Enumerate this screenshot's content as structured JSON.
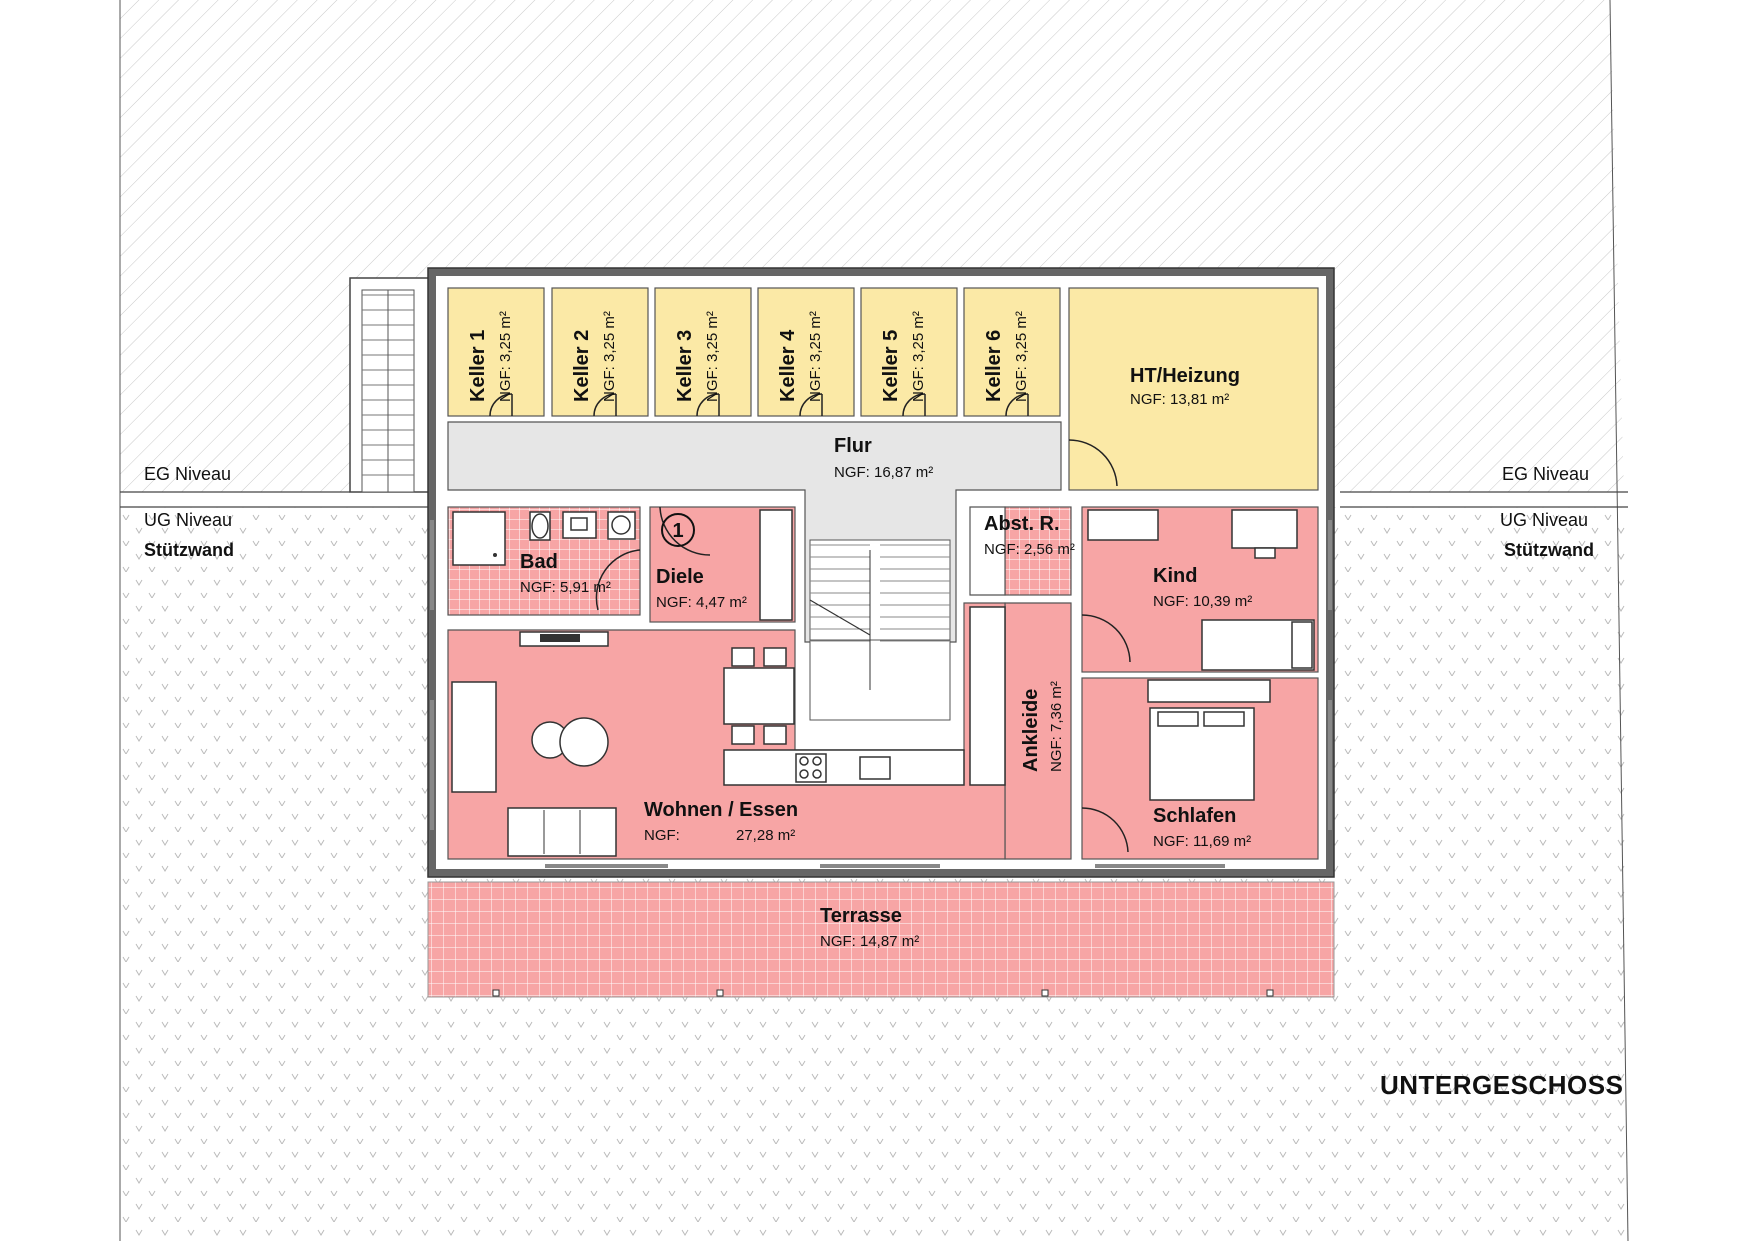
{
  "title": "UNTERGESCHOSS",
  "levels": {
    "eg_left": "EG Niveau",
    "eg_right": "EG Niveau",
    "ug_left": "UG Niveau",
    "ug_right": "UG Niveau",
    "wall_left": "Stützwand",
    "wall_right": "Stützwand"
  },
  "stair_marker": "1",
  "keller": [
    {
      "name": "Keller 1",
      "area": "NGF: 3,25 m²"
    },
    {
      "name": "Keller 2",
      "area": "NGF: 3,25 m²"
    },
    {
      "name": "Keller 3",
      "area": "NGF: 3,25 m²"
    },
    {
      "name": "Keller 4",
      "area": "NGF: 3,25 m²"
    },
    {
      "name": "Keller 5",
      "area": "NGF: 3,25 m²"
    },
    {
      "name": "Keller 6",
      "area": "NGF: 3,25 m²"
    }
  ],
  "rooms": {
    "heizung": {
      "name": "HT/Heizung",
      "area": "NGF:  13,81 m²"
    },
    "flur": {
      "name": "Flur",
      "area": "NGF: 16,87 m²"
    },
    "bad": {
      "name": "Bad",
      "area": "NGF: 5,91 m²"
    },
    "diele": {
      "name": "Diele",
      "area": "NGF: 4,47 m²"
    },
    "abst": {
      "name": "Abst. R.",
      "area": "NGF: 2,56 m²"
    },
    "kind": {
      "name": "Kind",
      "area": "NGF: 10,39 m²"
    },
    "ankleide": {
      "name": "Ankleide",
      "area": "NGF: 7,36 m²"
    },
    "wohnen": {
      "name": "Wohnen / Essen",
      "area_label": "NGF:",
      "area_value": "27,28 m²"
    },
    "schlafen": {
      "name": "Schlafen",
      "area": "NGF: 11,69 m²"
    },
    "terrasse": {
      "name": "Terrasse",
      "area": "NGF: 14,87 m²"
    }
  },
  "colors": {
    "yellow": "#fbe9a6",
    "pink": "#f7a5a5",
    "flur": "#e6e6e6"
  }
}
